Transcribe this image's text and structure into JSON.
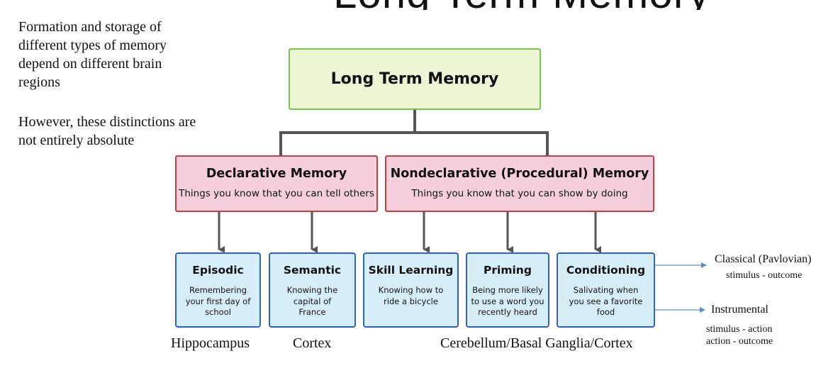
{
  "title_fragment": "Long Term Memory",
  "notes": {
    "formation": "Formation and storage of different types of memory depend on different brain regions",
    "however": "However, these distinctions are not entirely absolute"
  },
  "ltm": {
    "label": "Long Term Memory"
  },
  "declarative": {
    "label": "Declarative Memory",
    "desc": "Things you know that you can tell others"
  },
  "nondeclarative": {
    "label": "Nondeclarative (Procedural) Memory",
    "desc": "Things you know that you can show by doing"
  },
  "leaves": [
    {
      "label": "Episodic",
      "desc": "Remembering your first day of school"
    },
    {
      "label": "Semantic",
      "desc": "Knowing the capital of France"
    },
    {
      "label": "Skill Learning",
      "desc": "Knowing how to ride a bicycle"
    },
    {
      "label": "Priming",
      "desc": "Being more likely to use a word you recently heard"
    },
    {
      "label": "Conditioning",
      "desc": "Salivating when you see a favorite food"
    }
  ],
  "regions": {
    "hippocampus": "Hippocampus",
    "cortex": "Cortex",
    "cerebellum": "Cerebellum/Basal Ganglia/Cortex"
  },
  "conditioning_types": {
    "classical": {
      "label": "Classical (Pavlovian)",
      "sub": "stimulus - outcome"
    },
    "instrumental": {
      "label": "Instrumental",
      "sub1": "stimulus - action",
      "sub2": "action - outcome"
    }
  },
  "colors": {
    "ltm_fill": "#eaf6d4",
    "ltm_border": "#7cc04e",
    "mid_fill": "#f6cfdc",
    "mid_border": "#c04048",
    "leaf_fill": "#d6eefa",
    "leaf_border": "#2e64b8",
    "connector": "#555555",
    "pointer": "#5b8ec8"
  }
}
